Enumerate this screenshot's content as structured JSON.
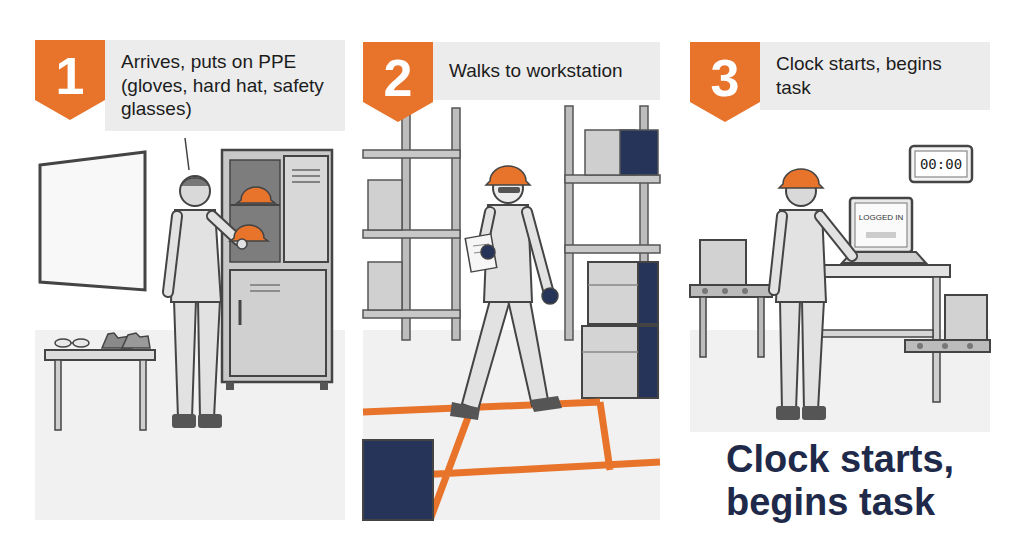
{
  "diagram": {
    "nodes": [
      {
        "text": [
          "1"
        ]
      },
      {
        "text": [
          "Arrives, puts on PPE (gloves, hard hat, safety glasses)"
        ]
      },
      {
        "text": [
          "2"
        ]
      },
      {
        "text": [
          "Walks to workstation"
        ]
      },
      {
        "text": [
          "3"
        ]
      },
      {
        "text": [
          "Clock starts, begins task"
        ]
      }
    ],
    "labels": [
      "LOGGED IN",
      "00:00",
      "Clock starts, begins task"
    ]
  }
}
